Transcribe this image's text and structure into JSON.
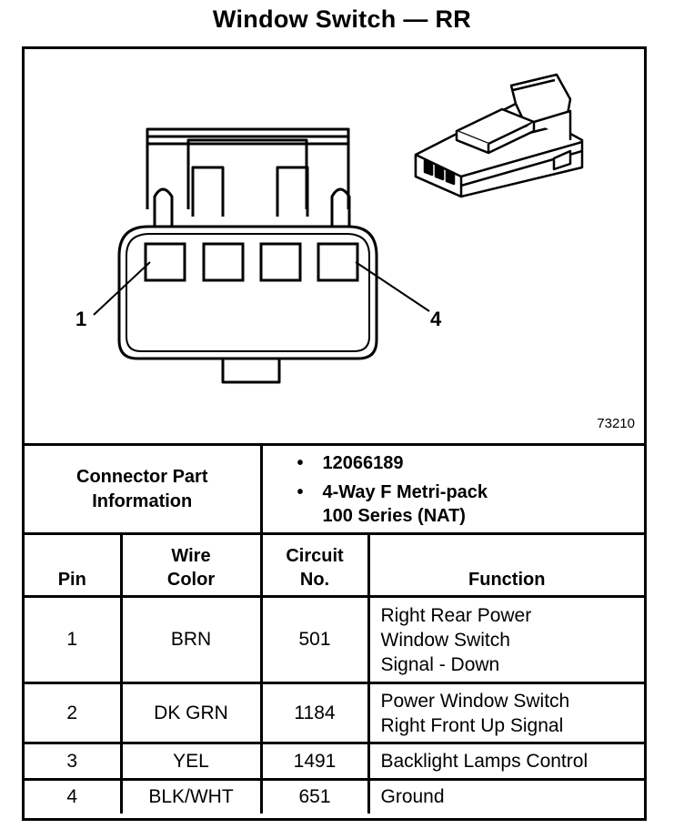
{
  "title": "Window Switch — RR",
  "figure": {
    "callout_left": "1",
    "callout_right": "4",
    "figure_code": "73210",
    "cavities": 4
  },
  "connector_info": {
    "label_lines": [
      "Connector Part",
      "Information"
    ],
    "items": [
      {
        "lines": [
          "12066189"
        ]
      },
      {
        "lines": [
          "4-Way F Metri-pack",
          "100 Series (NAT)"
        ]
      }
    ]
  },
  "pin_table": {
    "headers": {
      "pin": [
        "Pin"
      ],
      "wire_color": [
        "Wire",
        "Color"
      ],
      "circuit": [
        "Circuit",
        "No."
      ],
      "function": [
        "Function"
      ]
    },
    "rows": [
      {
        "pin": "1",
        "color": "BRN",
        "circuit": "501",
        "function": [
          "Right Rear Power",
          "Window Switch",
          "Signal - Down"
        ]
      },
      {
        "pin": "2",
        "color": "DK GRN",
        "circuit": "1184",
        "function": [
          "Power Window Switch",
          "Right Front Up Signal"
        ]
      },
      {
        "pin": "3",
        "color": "YEL",
        "circuit": "1491",
        "function": [
          "Backlight Lamps Control"
        ]
      },
      {
        "pin": "4",
        "color": "BLK/WHT",
        "circuit": "651",
        "function": [
          "Ground"
        ]
      }
    ]
  }
}
